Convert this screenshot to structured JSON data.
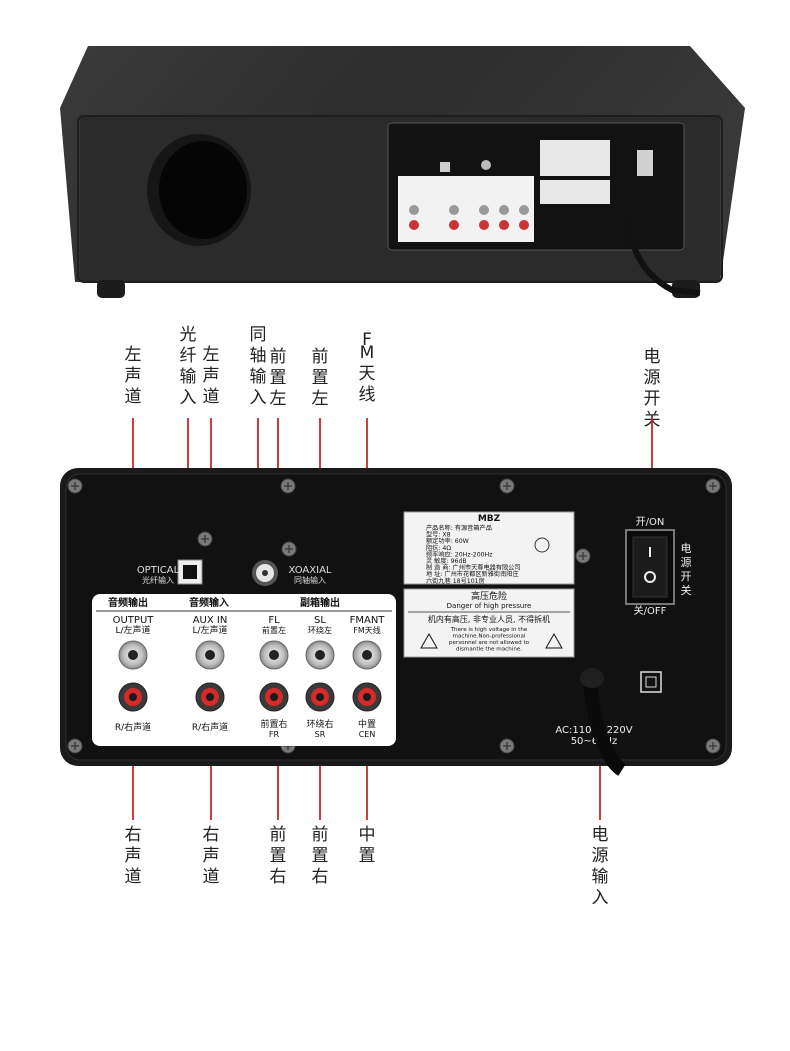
{
  "callouts_top": [
    {
      "id": "left-channel",
      "text": "左声道"
    },
    {
      "id": "optical-in",
      "text": "光纤输入"
    },
    {
      "id": "aux-left",
      "text": "左声道"
    },
    {
      "id": "coax-in",
      "text": "同轴输入"
    },
    {
      "id": "front-left-a",
      "text": "前置左"
    },
    {
      "id": "front-left-b",
      "text": "前置左"
    },
    {
      "id": "fm-antenna",
      "text": "FM天线"
    },
    {
      "id": "power-switch",
      "text": "电源开关"
    }
  ],
  "callouts_bottom": [
    {
      "id": "right-channel",
      "text": "右声道"
    },
    {
      "id": "aux-right",
      "text": "右声道"
    },
    {
      "id": "front-right-a",
      "text": "前置右"
    },
    {
      "id": "front-right-b",
      "text": "前置右"
    },
    {
      "id": "center",
      "text": "中置"
    },
    {
      "id": "power-in",
      "text": "电源输入"
    }
  ],
  "panel": {
    "optical": "OPTICAL",
    "optical_cn": "光纤输入",
    "coax": "XOAXIAL",
    "coax_cn": "同轴输入",
    "group_audio_out": "音频输出",
    "group_audio_in": "音频输入",
    "group_sub_out": "副箱输出",
    "output": "OUTPUT",
    "output_l": "L/左声道",
    "aux": "AUX IN",
    "aux_l": "L/左声道",
    "fl": "FL",
    "fl_cn": "前置左",
    "sl": "SL",
    "sl_cn": "环绕左",
    "fmant": "FMANT",
    "fmant_cn": "FM天线",
    "out_r": "R/右声道",
    "aux_r": "R/右声道",
    "fr_cn": "前置右",
    "fr": "FR",
    "sr_cn": "环绕右",
    "sr": "SR",
    "cen_cn": "中置",
    "cen": "CEN"
  },
  "label_plate": {
    "brand": "MBZ",
    "lines": [
      "产品名称: 有源音箱产品",
      "型号: X8",
      "额定功率: 60W",
      "阻抗: 4Ω",
      "频率响应: 20Hz-200Hz",
      "灵 敏度: 96dB",
      "制 造 商: 广州市天尊电器有限公司",
      "地 址: 广州市花都区新雅街南阳庄",
      "六街九巷 18号101房"
    ]
  },
  "warning_plate": {
    "title": "高压危险",
    "subtitle": "Danger of high pressure",
    "cn": "机内有高压, 非专业人员, 不得拆机",
    "en": [
      "There is high voltage in the",
      "machine.Non-professional",
      "personnel are not allowed to",
      "dismantle the machine."
    ]
  },
  "switch": {
    "on": "开/ON",
    "off": "关/OFF",
    "side": "电源开关"
  },
  "power": {
    "line1": "AC:110V~220V",
    "line2": "50~60Hz"
  },
  "colors": {
    "callout_line": "#c62828",
    "panel_bg": "#141414",
    "white_area": "#ffffff",
    "red_jack": "#d42a2a"
  }
}
